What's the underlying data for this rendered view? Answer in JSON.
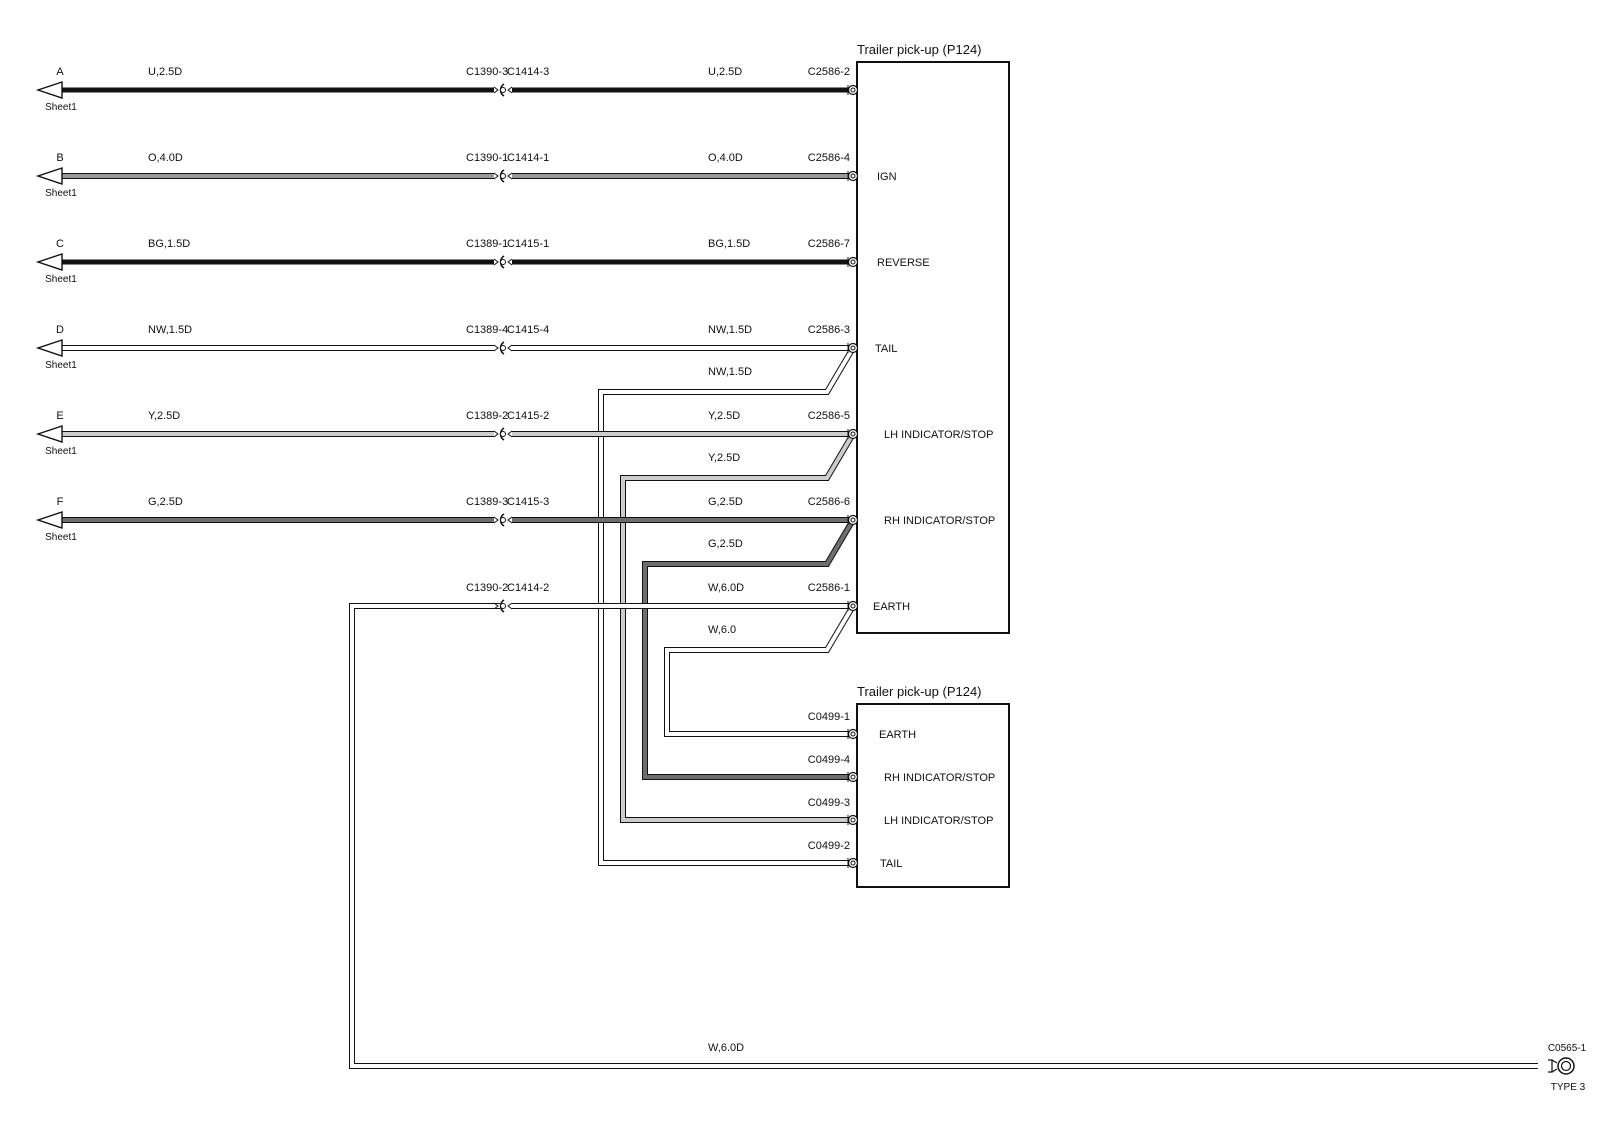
{
  "colors": {
    "ink": "#111111",
    "U": "#111111",
    "O": "#999999",
    "BG": "#111111",
    "NW": "#ffffff",
    "Y": "#cccccc",
    "G": "#6e6e6e",
    "W": "#ffffff"
  },
  "modules": {
    "main": {
      "title": "Trailer pick-up (P124)",
      "pins": [
        "IGN",
        "REVERSE",
        "TAIL",
        "LH INDICATOR/STOP",
        "RH INDICATOR/STOP",
        "EARTH"
      ]
    },
    "sub": {
      "title": "Trailer pick-up (P124)",
      "pins": [
        "EARTH",
        "RH INDICATOR/STOP",
        "LH INDICATOR/STOP",
        "TAIL"
      ]
    }
  },
  "circuits": [
    {
      "letter": "A",
      "sheet": "Sheet1",
      "wire_left": "U,2.5D",
      "conn_left": "C1390-3",
      "conn_right": "C1414-3",
      "wire_right": "U,2.5D",
      "pin": "C2586-2"
    },
    {
      "letter": "B",
      "sheet": "Sheet1",
      "wire_left": "O,4.0D",
      "conn_left": "C1390-1",
      "conn_right": "C1414-1",
      "wire_right": "O,4.0D",
      "pin": "C2586-4"
    },
    {
      "letter": "C",
      "sheet": "Sheet1",
      "wire_left": "BG,1.5D",
      "conn_left": "C1389-1",
      "conn_right": "C1415-1",
      "wire_right": "BG,1.5D",
      "pin": "C2586-7"
    },
    {
      "letter": "D",
      "sheet": "Sheet1",
      "wire_left": "NW,1.5D",
      "conn_left": "C1389-4",
      "conn_right": "C1415-4",
      "wire_right": "NW,1.5D",
      "pin": "C2586-3"
    },
    {
      "letter": "E",
      "sheet": "Sheet1",
      "wire_left": "Y,2.5D",
      "conn_left": "C1389-2",
      "conn_right": "C1415-2",
      "wire_right": "Y,2.5D",
      "pin": "C2586-5"
    },
    {
      "letter": "F",
      "sheet": "Sheet1",
      "wire_left": "G,2.5D",
      "conn_left": "C1389-3",
      "conn_right": "C1415-3",
      "wire_right": "G,2.5D",
      "pin": "C2586-6"
    }
  ],
  "earth_circuit": {
    "conn_left": "C1390-2",
    "conn_right": "C1414-2",
    "wire_right": "W,6.0D",
    "pin": "C2586-1",
    "wire_bottom": "W,6.0D",
    "ground_conn": "C0565-1",
    "ground_type": "TYPE 3"
  },
  "branches": [
    {
      "wire": "NW,1.5D",
      "pin": "C0499-2"
    },
    {
      "wire": "Y,2.5D",
      "pin": "C0499-3"
    },
    {
      "wire": "G,2.5D",
      "pin": "C0499-4"
    },
    {
      "wire": "W,6.0",
      "pin": "C0499-1"
    }
  ]
}
